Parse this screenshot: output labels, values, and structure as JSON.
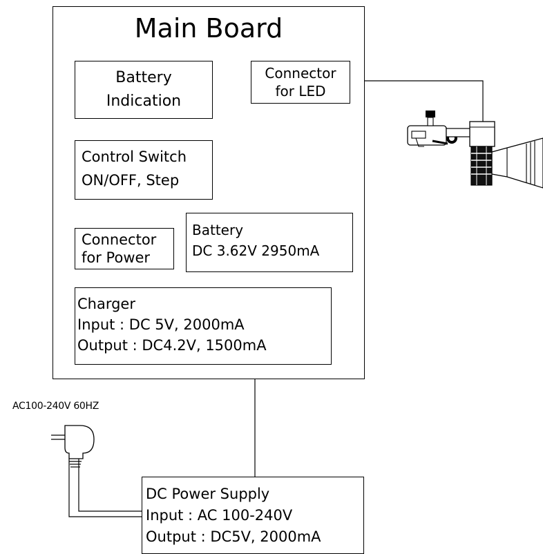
{
  "main_board": {
    "title": "Main Board"
  },
  "battery_indication": {
    "line1": "Battery",
    "line2": "Indication"
  },
  "connector_led": {
    "line1": "Connector",
    "line2": "for LED"
  },
  "control_switch": {
    "line1": "Control Switch",
    "line2": "ON/OFF,  Step"
  },
  "connector_power": {
    "line1": "Connector",
    "line2": "for Power"
  },
  "battery": {
    "line1": "Battery",
    "line2": "DC 3.62V  2950mA"
  },
  "charger": {
    "line1": "Charger",
    "line2": "Input : DC 5V, 2000mA",
    "line3": "Output : DC4.2V, 1500mA"
  },
  "ac_label": "AC100-240V 60HZ",
  "dc_power_supply": {
    "line1": "DC Power Supply",
    "line2": "Input : AC 100-240V",
    "line3": "Output : DC5V, 2000mA"
  }
}
